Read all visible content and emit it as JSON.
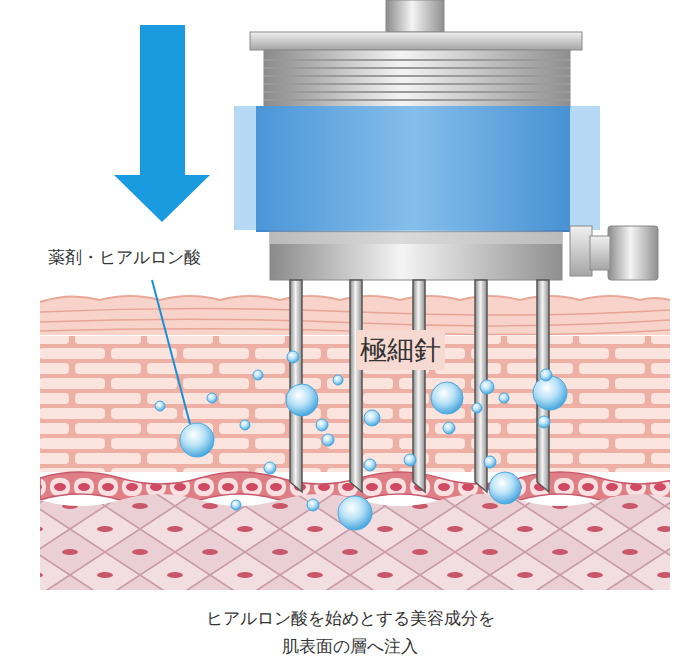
{
  "diagram": {
    "caption": "ヒアルロン酸を始めとする美容成分を 肌表面の層へ注入",
    "labels": [
      "薬剤・ヒアルロン酸",
      "極細針"
    ]
  }
}
